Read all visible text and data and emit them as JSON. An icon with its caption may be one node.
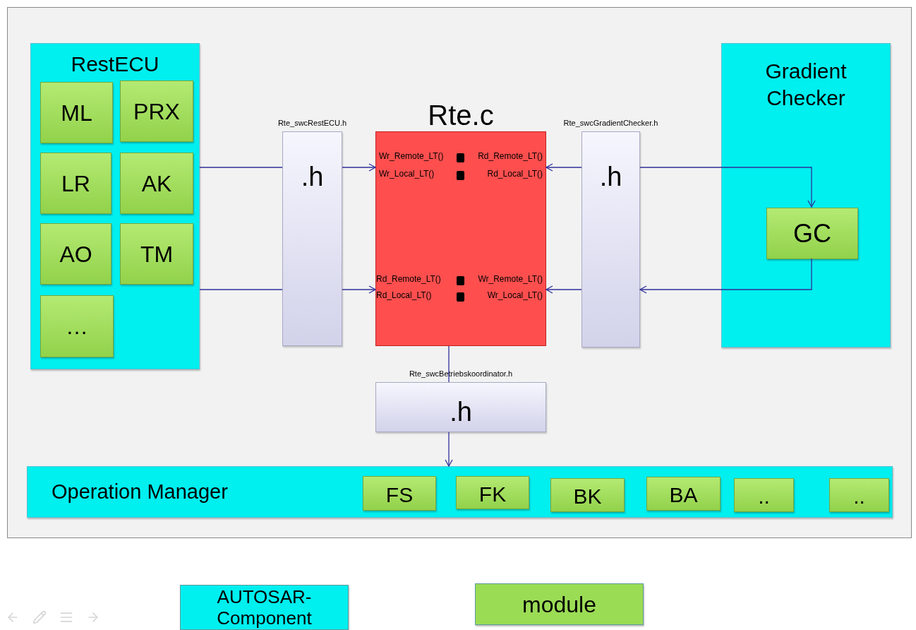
{
  "diagram": {
    "nodes": [
      {
        "text": [
          "RestECU"
        ]
      },
      {
        "text": [
          "ML"
        ],
        "in": 0
      },
      {
        "text": [
          "PRX"
        ],
        "in": 0
      },
      {
        "text": [
          "LR"
        ],
        "in": 0
      },
      {
        "text": [
          "AK"
        ],
        "in": 0
      },
      {
        "text": [
          "AO"
        ],
        "in": 0
      },
      {
        "text": [
          "TM"
        ],
        "in": 0
      },
      {
        "text": [
          "…"
        ],
        "in": 0
      },
      {
        "text": [
          ".h"
        ],
        "beside": [
          "Rte_swcRestECU.h"
        ]
      },
      {
        "text": [
          "Rte.c",
          "Wr_Remote_LT()",
          "Rd_Remote_LT()",
          "Wr_Local_LT()",
          "Rd_Local_LT()",
          "Rd_Remote_LT()",
          "Wr_Remote_LT()",
          "Rd_Local_LT()",
          "Wr_Local_LT()"
        ]
      },
      {
        "text": [
          ".h"
        ],
        "beside": [
          "Rte_swcGradientChecker.h"
        ]
      },
      {
        "text": [
          "Gradient Checker"
        ]
      },
      {
        "text": [
          "GC"
        ],
        "in": 11
      },
      {
        "text": [
          ".h"
        ],
        "beside": [
          "Rte_swcBetriebskoordinator.h"
        ]
      },
      {
        "text": [
          "Operation Manager"
        ]
      },
      {
        "text": [
          "FS"
        ],
        "in": 14
      },
      {
        "text": [
          "FK"
        ],
        "in": 14
      },
      {
        "text": [
          "BK"
        ],
        "in": 14
      },
      {
        "text": [
          "BA"
        ],
        "in": 14
      },
      {
        "text": [
          ".."
        ],
        "in": 14
      },
      {
        "text": [
          ".."
        ],
        "in": 14
      }
    ],
    "edges": [
      {
        "from": 0,
        "to": 8,
        "arrow": "none"
      },
      {
        "from": 0,
        "to": 8,
        "arrow": "none"
      },
      {
        "from": 8,
        "to": 9,
        "arrow": "to"
      },
      {
        "from": 8,
        "to": 9,
        "arrow": "to"
      },
      {
        "from": 10,
        "to": 9,
        "arrow": "to"
      },
      {
        "from": 10,
        "to": 9,
        "arrow": "to"
      },
      {
        "from": 10,
        "to": 12,
        "arrow": "to"
      },
      {
        "from": 12,
        "to": 10,
        "arrow": "to"
      },
      {
        "from": 9,
        "to": 13,
        "arrow": "none"
      },
      {
        "from": 13,
        "to": 14,
        "arrow": "to"
      }
    ],
    "legend": [
      {
        "text": "AUTOSAR-Component",
        "color": "#00efef"
      },
      {
        "text": "module",
        "color": "#9bdc55"
      }
    ]
  }
}
